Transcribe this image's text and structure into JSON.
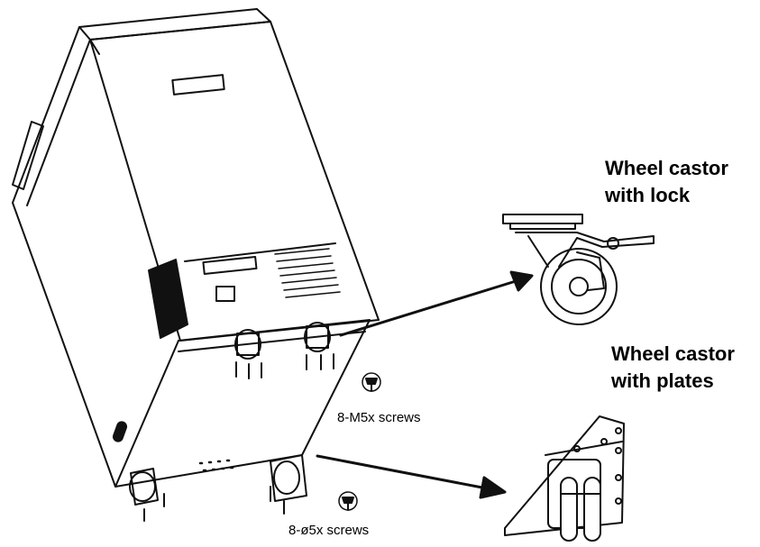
{
  "labels": {
    "castor_lock_line1": "Wheel castor",
    "castor_lock_line2": "with lock",
    "castor_plates_line1": "Wheel castor",
    "castor_plates_line2": "with plates",
    "m5_screws": "8-M5x screws",
    "d5_screws": "8-ø5x screws"
  }
}
